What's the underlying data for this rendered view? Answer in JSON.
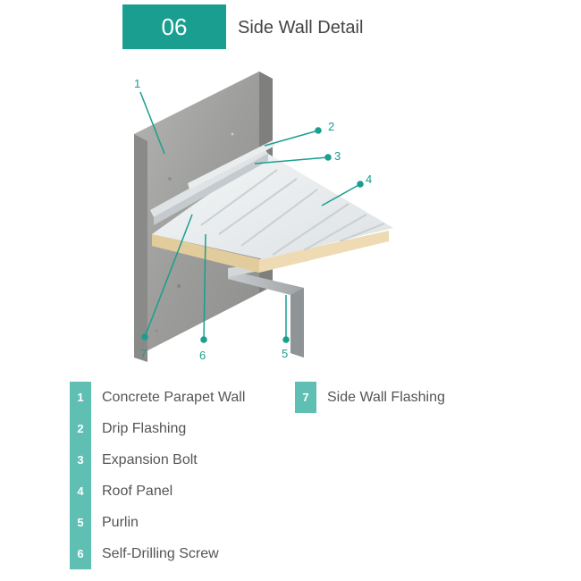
{
  "header": {
    "number": "06",
    "title": "Side Wall Detail"
  },
  "callouts": [
    "1",
    "2",
    "3",
    "4",
    "5",
    "6",
    "7"
  ],
  "legend": [
    {
      "num": "1",
      "label": "Concrete Parapet Wall"
    },
    {
      "num": "2",
      "label": "Drip Flashing"
    },
    {
      "num": "3",
      "label": "Expansion Bolt"
    },
    {
      "num": "4",
      "label": "Roof Panel"
    },
    {
      "num": "5",
      "label": "Purlin"
    },
    {
      "num": "6",
      "label": "Self-Drilling Screw"
    },
    {
      "num": "7",
      "label": "Side Wall Flashing"
    }
  ],
  "colors": {
    "accent": "#1a9e8f",
    "badge": "#5fbfb3",
    "concrete": "#a5a6a3",
    "panel": "#e9edee",
    "insulation": "#eedbb3",
    "purlin": "#b9bdc0"
  }
}
